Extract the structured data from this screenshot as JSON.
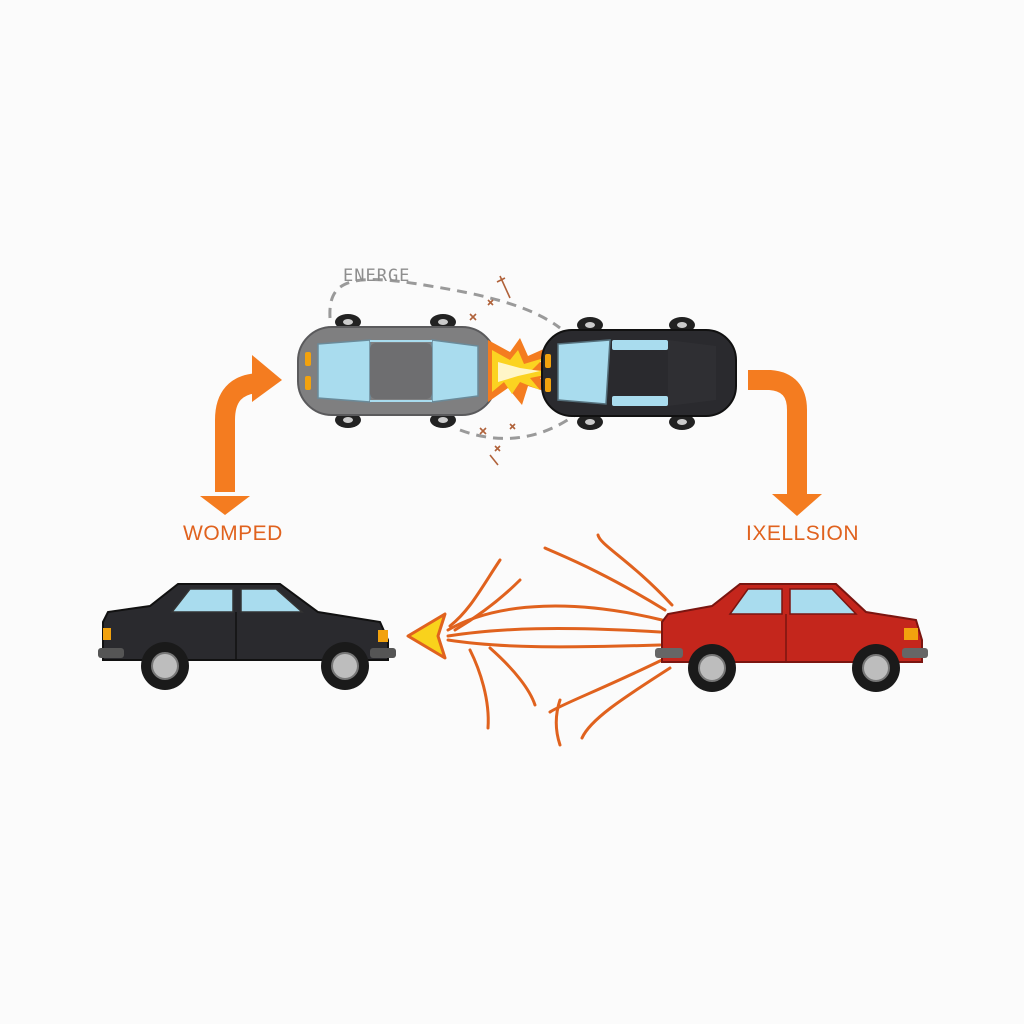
{
  "labels": {
    "energy": "ENERGE",
    "left": "WOMPED",
    "right": "IXELLSION"
  },
  "colors": {
    "background": "#fbfbfb",
    "arrow_orange": "#f47c20",
    "label_orange": "#e0621e",
    "impact_yellow": "#fbd321",
    "car_gray": "#7f7f80",
    "car_black": "#2a2a2e",
    "car_red": "#c4261c",
    "glass": "#a9dcee",
    "dashed_line": "#9a9a9a"
  },
  "icons": [
    "gray-car-top-view-icon",
    "black-car-top-view-icon",
    "collision-burst-icon",
    "curved-arrow-up-right-icon",
    "curved-arrow-down-icon",
    "black-sedan-side-view-icon",
    "red-sedan-side-view-icon",
    "force-lines-arrow-icon"
  ]
}
